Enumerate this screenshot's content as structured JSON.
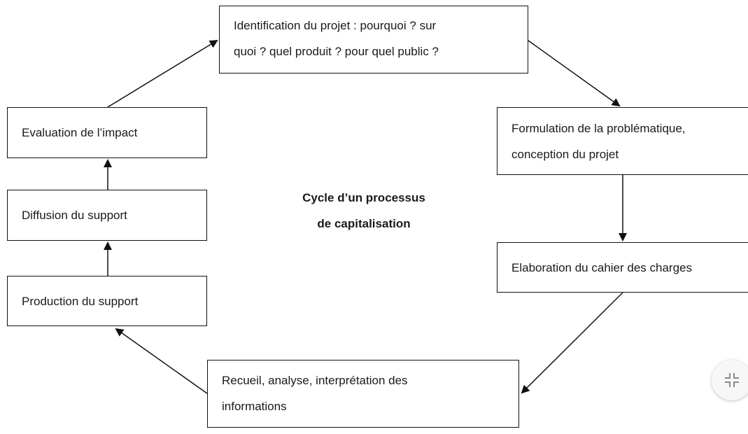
{
  "diagram": {
    "title_lines": [
      "Cycle d’un processus",
      "de capitalisation"
    ],
    "steps": [
      {
        "id": "identification",
        "lines": [
          "Identification du projet : pourquoi ? sur",
          "quoi ? quel produit ? pour quel public ?"
        ]
      },
      {
        "id": "formulation",
        "lines": [
          "Formulation de la problématique,",
          "conception du projet"
        ]
      },
      {
        "id": "elaboration",
        "lines": [
          "Elaboration du cahier des charges"
        ]
      },
      {
        "id": "recueil",
        "lines": [
          "Recueil, analyse, interprétation des",
          "informations"
        ]
      },
      {
        "id": "production",
        "lines": [
          "Production du support"
        ]
      },
      {
        "id": "diffusion",
        "lines": [
          "Diffusion du support"
        ]
      },
      {
        "id": "evaluation",
        "lines": [
          "Evaluation de l’impact"
        ]
      }
    ],
    "edges": [
      {
        "from": "identification",
        "to": "formulation"
      },
      {
        "from": "formulation",
        "to": "elaboration"
      },
      {
        "from": "elaboration",
        "to": "recueil"
      },
      {
        "from": "recueil",
        "to": "production"
      },
      {
        "from": "production",
        "to": "diffusion"
      },
      {
        "from": "diffusion",
        "to": "evaluation"
      },
      {
        "from": "evaluation",
        "to": "identification"
      }
    ]
  },
  "controls": {
    "collapse_icon": "collapse-icon"
  },
  "colors": {
    "stroke": "#111111",
    "button_bg": "#f7f7f7",
    "icon": "#888888"
  }
}
